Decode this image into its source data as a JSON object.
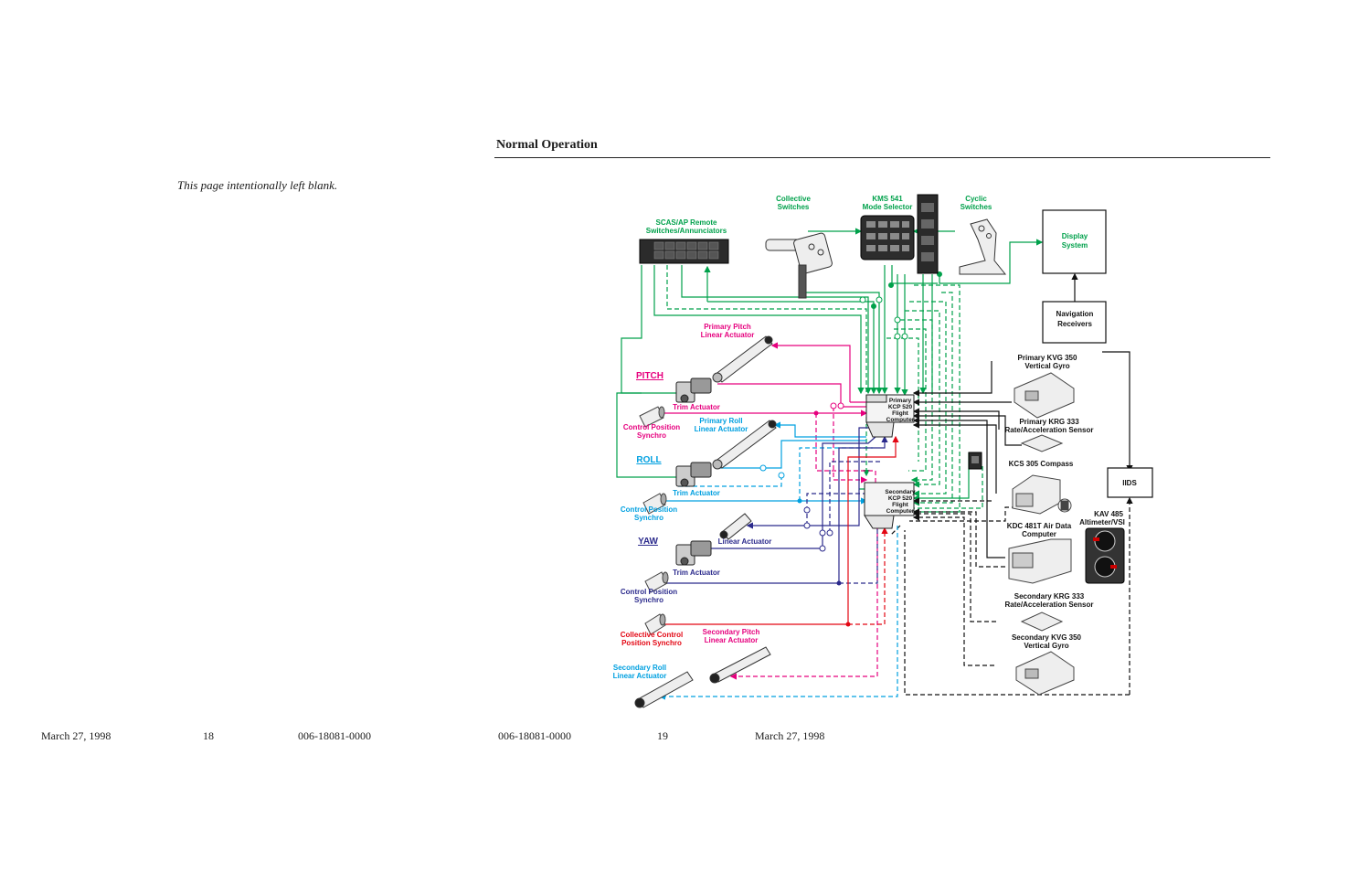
{
  "left_page": {
    "note": "This page intentionally left blank.",
    "footer": {
      "date": "March  27, 1998",
      "page": "18",
      "doc": "006-18081-0000"
    }
  },
  "right_page": {
    "section_title": "Normal Operation",
    "footer": {
      "doc": "006-18081-0000",
      "page": "19",
      "date": "March  27, 1998"
    }
  },
  "colors": {
    "green": "#00a14b",
    "magenta": "#e6007e",
    "cyan": "#00a0e0",
    "navy": "#2b2a8c",
    "red": "#e30613",
    "black": "#111111"
  },
  "diagram": {
    "axis_labels": {
      "pitch": "PITCH",
      "roll": "ROLL",
      "yaw": "YAW"
    },
    "labels": {
      "collective_1": "Collective",
      "collective_2": "Switches",
      "kms_1": "KMS 541",
      "kms_2": "Mode Selector",
      "cyclic_1": "Cyclic",
      "cyclic_2": "Switches",
      "scas_1": "SCAS/AP Remote",
      "scas_2": "Switches/Annunciators",
      "display_1": "Display",
      "display_2": "System",
      "nav_1": "Navigation",
      "nav_2": "Receivers",
      "pp_act_1": "Primary Pitch",
      "pp_act_2": "Linear Actuator",
      "trim_pitch": "Trim Actuator",
      "cps_pitch_1": "Control Position",
      "cps_pitch_2": "Synchro",
      "pr_act_1": "Primary Roll",
      "pr_act_2": "Linear Actuator",
      "trim_roll": "Trim Actuator",
      "cps_roll_1": "Control Position",
      "cps_roll_2": "Synchro",
      "yaw_act": "Linear Actuator",
      "trim_yaw": "Trim Actuator",
      "cps_yaw_1": "Control Position",
      "cps_yaw_2": "Synchro",
      "coll_syn_1": "Collective Control",
      "coll_syn_2": "Position Synchro",
      "sp_act_1": "Secondary Pitch",
      "sp_act_2": "Linear Actuator",
      "sr_act_1": "Secondary Roll",
      "sr_act_2": "Linear Actuator",
      "pfc_1": "Primary",
      "pfc_2": "KCP 520",
      "pfc_3": "Flight",
      "pfc_4": "Computer",
      "sfc_1": "Secondary",
      "sfc_2": "KCP 520",
      "sfc_3": "Flight",
      "sfc_4": "Computer",
      "pvg_1": "Primary KVG 350",
      "pvg_2": "Vertical Gyro",
      "prg_1": "Primary KRG 333",
      "prg_2": "Rate/Acceleration Sensor",
      "kcs": "KCS 305 Compass",
      "iids": "IIDS",
      "kdc_1": "KDC 481T Air Data",
      "kdc_2": "Computer",
      "kav_1": "KAV 485",
      "kav_2": "Altimeter/VSI",
      "srg_1": "Secondary KRG 333",
      "srg_2": "Rate/Acceleration Sensor",
      "svg_1": "Secondary KVG 350",
      "svg_2": "Vertical Gyro"
    }
  }
}
